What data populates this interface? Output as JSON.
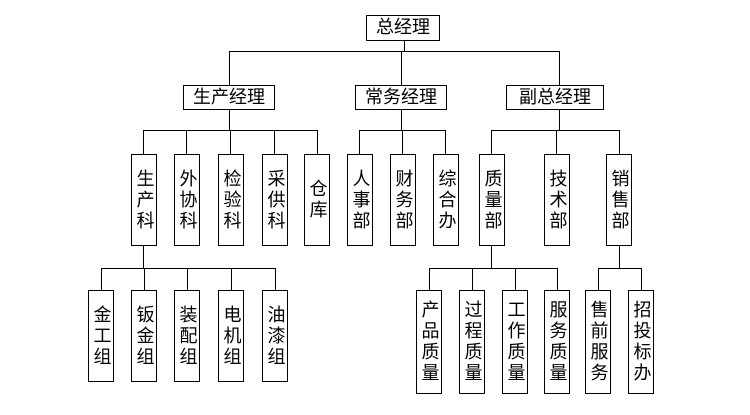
{
  "root": {
    "label": "总经理"
  },
  "managers": [
    {
      "label": "生产经理"
    },
    {
      "label": "常务经理"
    },
    {
      "label": "副总经理"
    }
  ],
  "production_units": [
    {
      "label": "生产科"
    },
    {
      "label": "外协科"
    },
    {
      "label": "检验科"
    },
    {
      "label": "采供科"
    },
    {
      "label": "仓库"
    }
  ],
  "general_units": [
    {
      "label": "人事部"
    },
    {
      "label": "财务部"
    },
    {
      "label": "综合办"
    }
  ],
  "deputy_units": [
    {
      "label": "质量部"
    },
    {
      "label": "技术部"
    },
    {
      "label": "销售部"
    }
  ],
  "production_groups": [
    {
      "label": "金工组"
    },
    {
      "label": "钣金组"
    },
    {
      "label": "装配组"
    },
    {
      "label": "电机组"
    },
    {
      "label": "油漆组"
    }
  ],
  "quality_groups": [
    {
      "label": "产品质量"
    },
    {
      "label": "过程质量"
    },
    {
      "label": "工作质量"
    },
    {
      "label": "服务质量"
    }
  ],
  "sales_groups": [
    {
      "label": "售前服务"
    },
    {
      "label": "招投标办"
    }
  ]
}
